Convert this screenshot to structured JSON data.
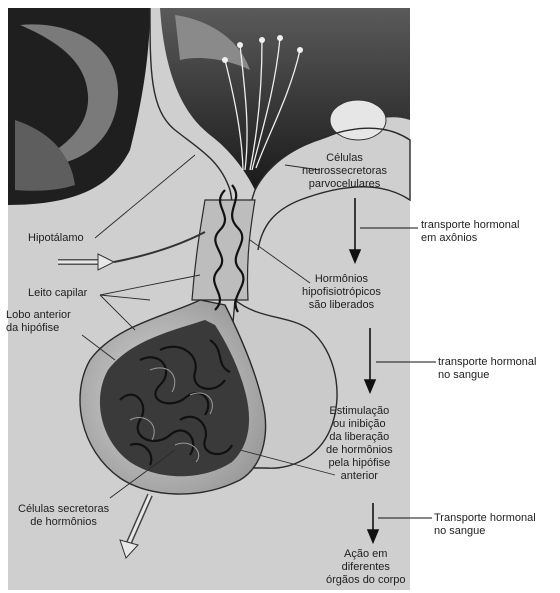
{
  "labels": {
    "hipotalamo": "Hipotálamo",
    "leito_capilar": "Leito capilar",
    "lobo_anterior": [
      "Lobo anterior",
      "da hipófise"
    ],
    "celulas_secretoras": [
      "Células secretoras",
      "de hormônios"
    ],
    "celulas_neuro": [
      "Células",
      "neurossecretoras",
      "parvocelulares"
    ],
    "hormonios": [
      "Hormônios",
      "hipofisiotrópicos",
      "são liberados"
    ],
    "estimulacao": [
      "Estimulação",
      "ou inibição",
      "da liberação",
      "de hormônios",
      "pela hipófise",
      "anterior"
    ],
    "acao": [
      "Ação em",
      "diferentes",
      "órgãos do corpo"
    ]
  },
  "side_notes": {
    "axonios": [
      "transporte hormonal",
      "em axônios"
    ],
    "sangue1": [
      "transporte hormonal",
      "no sangue"
    ],
    "sangue2": [
      "Transporte hormonal",
      "no sangue"
    ]
  },
  "colors": {
    "tissue": "#c9c9c9",
    "dark": "#1c1c1c",
    "ink": "#2a2a2a"
  }
}
